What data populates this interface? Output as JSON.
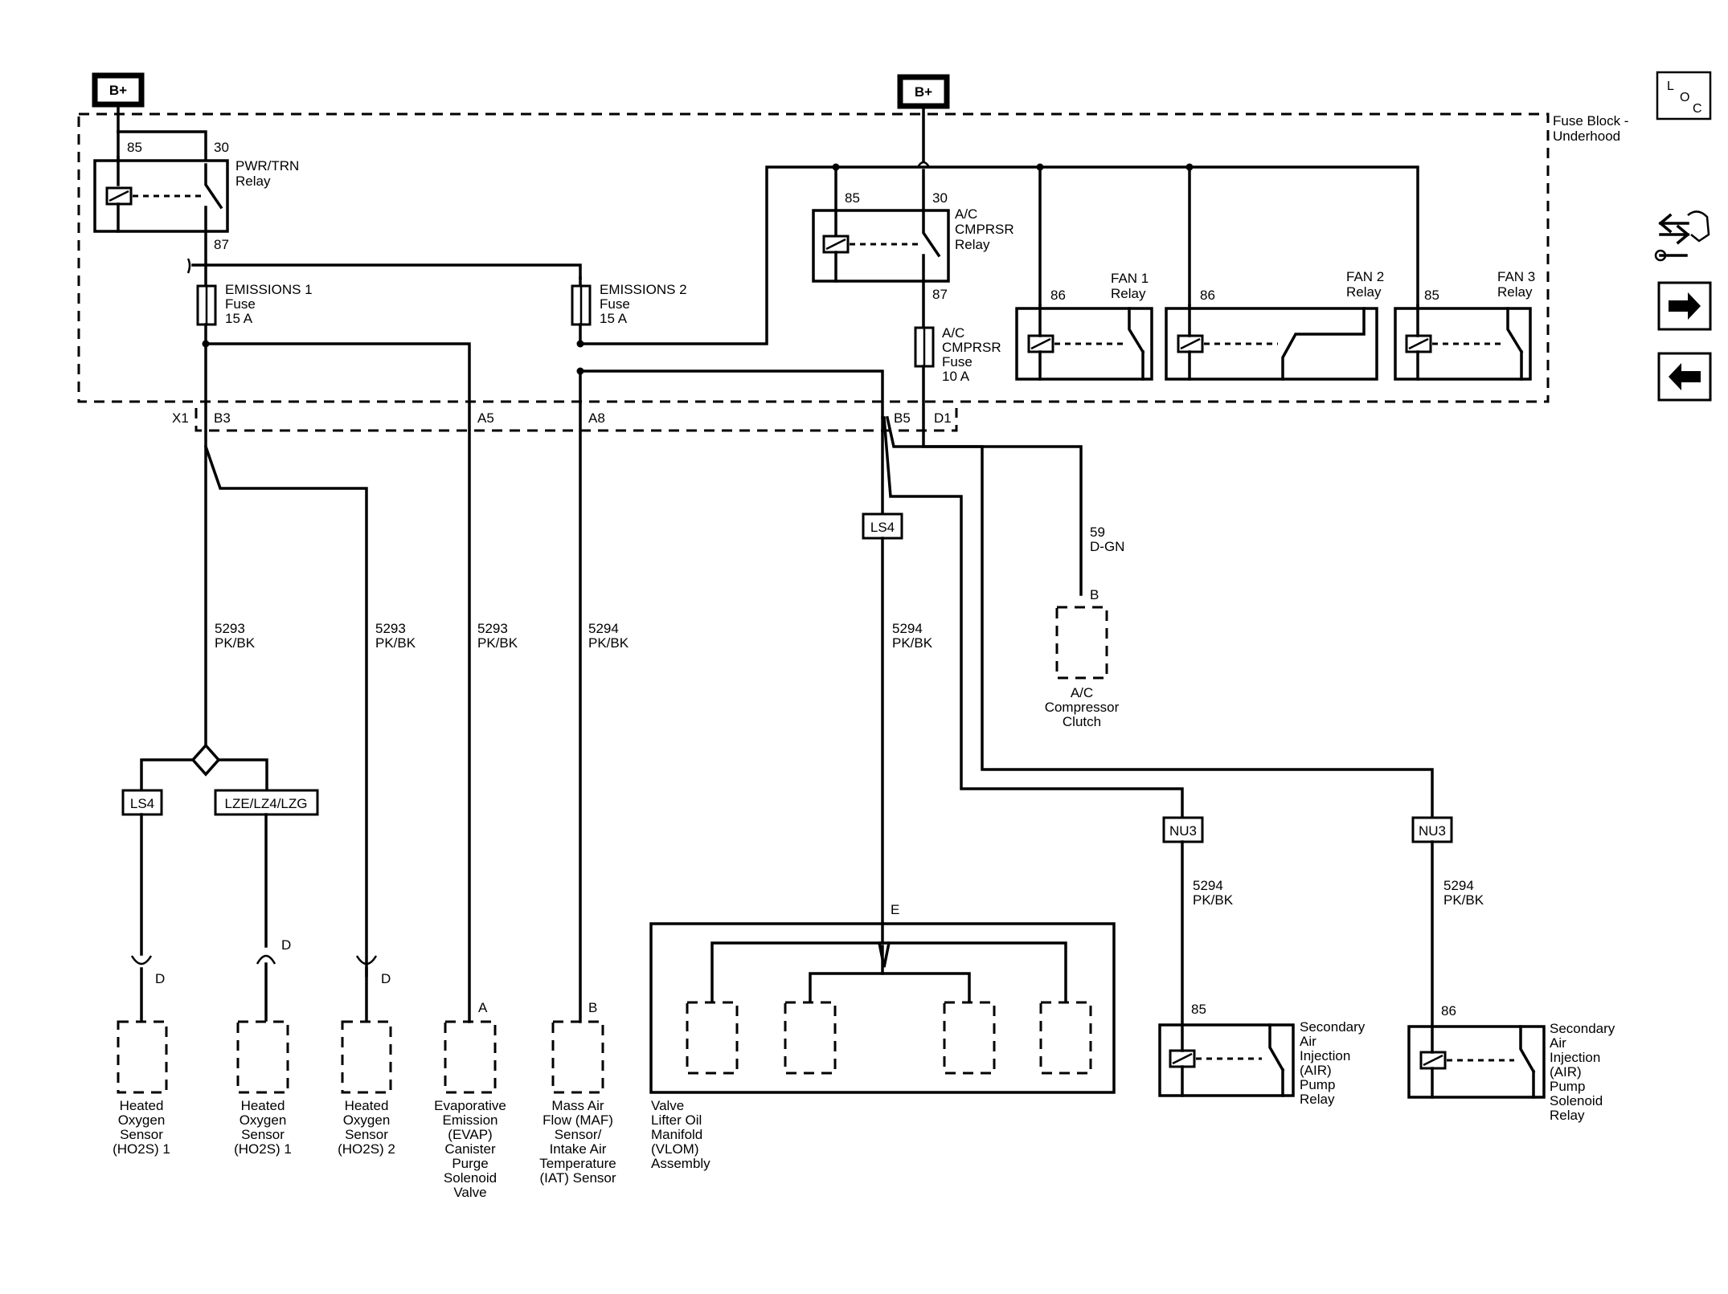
{
  "power": {
    "bplus_left": "B+",
    "bplus_right": "B+"
  },
  "fuse_block": {
    "label": [
      "Fuse Block -",
      "Underhood"
    ]
  },
  "loc_icon": {
    "letters": [
      "L",
      "O",
      "C"
    ]
  },
  "nav": {
    "icons": [
      "wiring-tool-icon",
      "arrow-right-icon",
      "arrow-left-icon"
    ]
  },
  "relays": {
    "pwr_trn": {
      "pin_a": "85",
      "pin_b": "30",
      "pin_out": "87",
      "label": [
        "PWR/TRN",
        "Relay"
      ]
    },
    "ac_cmprsr": {
      "pin_a": "85",
      "pin_b": "30",
      "pin_out": "87",
      "label": [
        "A/C",
        "CMPRSR",
        "Relay"
      ]
    },
    "fan1": {
      "pin": "86",
      "label": [
        "FAN 1",
        "Relay"
      ]
    },
    "fan2": {
      "pin": "86",
      "label": [
        "FAN 2",
        "Relay"
      ]
    },
    "fan3": {
      "pin": "85",
      "label": [
        "FAN 3",
        "Relay"
      ]
    }
  },
  "fuses": {
    "emissions1": [
      "EMISSIONS 1",
      "Fuse",
      "15 A"
    ],
    "emissions2": [
      "EMISSIONS 2",
      "Fuse",
      "15 A"
    ],
    "ac_cmprsr": [
      "A/C",
      "CMPRSR",
      "Fuse",
      "10 A"
    ]
  },
  "connector": {
    "name": "X1",
    "pins": [
      "B3",
      "A5",
      "A8",
      "B5",
      "D1"
    ]
  },
  "wires": {
    "w1": [
      "5293",
      "PK/BK"
    ],
    "w2": [
      "5293",
      "PK/BK"
    ],
    "w3": [
      "5293",
      "PK/BK"
    ],
    "w4": [
      "5294",
      "PK/BK"
    ],
    "w5": [
      "5294",
      "PK/BK"
    ],
    "w6": [
      "59",
      "D-GN"
    ],
    "w7": [
      "5294",
      "PK/BK"
    ],
    "w8": [
      "5294",
      "PK/BK"
    ]
  },
  "options": {
    "ls4_left": "LS4",
    "lze": "LZE/LZ4/LZG",
    "ls4_center": "LS4",
    "nu3_left": "NU3",
    "nu3_right": "NU3"
  },
  "pins": {
    "ho2s1a": "D",
    "ho2s1b": "D",
    "ho2s2": "D",
    "evap": "A",
    "maf": "B",
    "vlom": "E",
    "clutch": "B",
    "air_pump": "85",
    "air_solenoid": "86"
  },
  "components": {
    "ho2s1a": [
      "Heated",
      "Oxygen",
      "Sensor",
      "(HO2S) 1"
    ],
    "ho2s1b": [
      "Heated",
      "Oxygen",
      "Sensor",
      "(HO2S) 1"
    ],
    "ho2s2": [
      "Heated",
      "Oxygen",
      "Sensor",
      "(HO2S) 2"
    ],
    "evap": [
      "Evaporative",
      "Emission",
      "(EVAP)",
      "Canister",
      "Purge",
      "Solenoid",
      "Valve"
    ],
    "maf": [
      "Mass Air",
      "Flow (MAF)",
      "Sensor/",
      "Intake Air",
      "Temperature",
      "(IAT) Sensor"
    ],
    "vlom": [
      "Valve",
      "Lifter Oil",
      "Manifold",
      "(VLOM)",
      "Assembly"
    ],
    "clutch": [
      "A/C",
      "Compressor",
      "Clutch"
    ],
    "air_pump": [
      "Secondary",
      "Air",
      "Injection",
      "(AIR)",
      "Pump",
      "Relay"
    ],
    "air_solenoid": [
      "Secondary",
      "Air",
      "Injection",
      "(AIR)",
      "Pump",
      "Solenoid",
      "Relay"
    ]
  }
}
